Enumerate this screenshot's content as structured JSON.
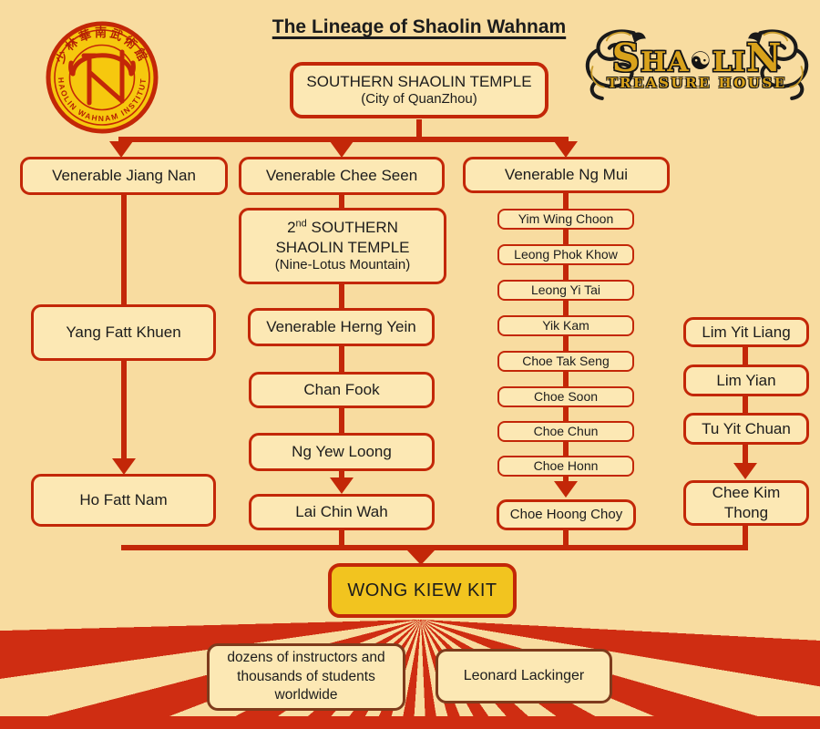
{
  "title": "The Lineage of Shaolin Wahnam",
  "badge": {
    "top_text": "少林華南武術館",
    "bottom_text": "SHAOLIN WAHNAM INSTITUTE"
  },
  "treasure_logo": {
    "letter_first": "S",
    "letters_mid1": "HA",
    "yin_yang": "☯",
    "letters_mid2": "LI",
    "letter_last": "N",
    "subtitle": "TREASURE HOUSE"
  },
  "nodes": {
    "root": {
      "line1": "SOUTHERN SHAOLIN TEMPLE",
      "line2": "(City of QuanZhou)"
    },
    "jiang_nan": "Venerable Jiang Nan",
    "chee_seen": "Venerable Chee Seen",
    "ng_mui": "Venerable Ng Mui",
    "yang_fatt_khuen": "Yang Fatt Khuen",
    "ho_fatt_nam": "Ho Fatt Nam",
    "temple2": {
      "num": "2",
      "ordinal": "nd",
      "line1_rest": " SOUTHERN",
      "line2": "SHAOLIN TEMPLE",
      "line3": "(Nine-Lotus Mountain)"
    },
    "herng_yein": "Venerable Herng Yein",
    "chan_fook": "Chan Fook",
    "ng_yew_loong": "Ng Yew Loong",
    "lai_chin_wah": "Lai Chin Wah",
    "ng_mui_chain": [
      "Yim Wing Choon",
      "Leong Phok Khow",
      "Leong Yi Tai",
      "Yik Kam",
      "Choe Tak Seng",
      "Choe Soon",
      "Choe Chun",
      "Choe Honn"
    ],
    "choe_hoong_choy": "Choe Hoong Choy",
    "lim_yit_liang": "Lim Yit Liang",
    "lim_yian": "Lim Yian",
    "tu_yit_chuan": "Tu Yit Chuan",
    "chee_kim_thong": "Chee Kim Thong",
    "wong_kiew_kit": "WONG KIEW KIT",
    "instructors": "dozens of instructors and thousands of students worldwide",
    "leonard_lackinger": "Leonard Lackinger"
  },
  "colors": {
    "background": "#F8DCA0",
    "box_fill": "#FCE8B4",
    "line_red": "#C32708",
    "ray_red": "#CF2D12",
    "gold_fill": "#F2C41F",
    "logo_gold": "#D9A21B",
    "bottom_box_border": "#7E3A1C",
    "text": "#1C1C1C"
  }
}
